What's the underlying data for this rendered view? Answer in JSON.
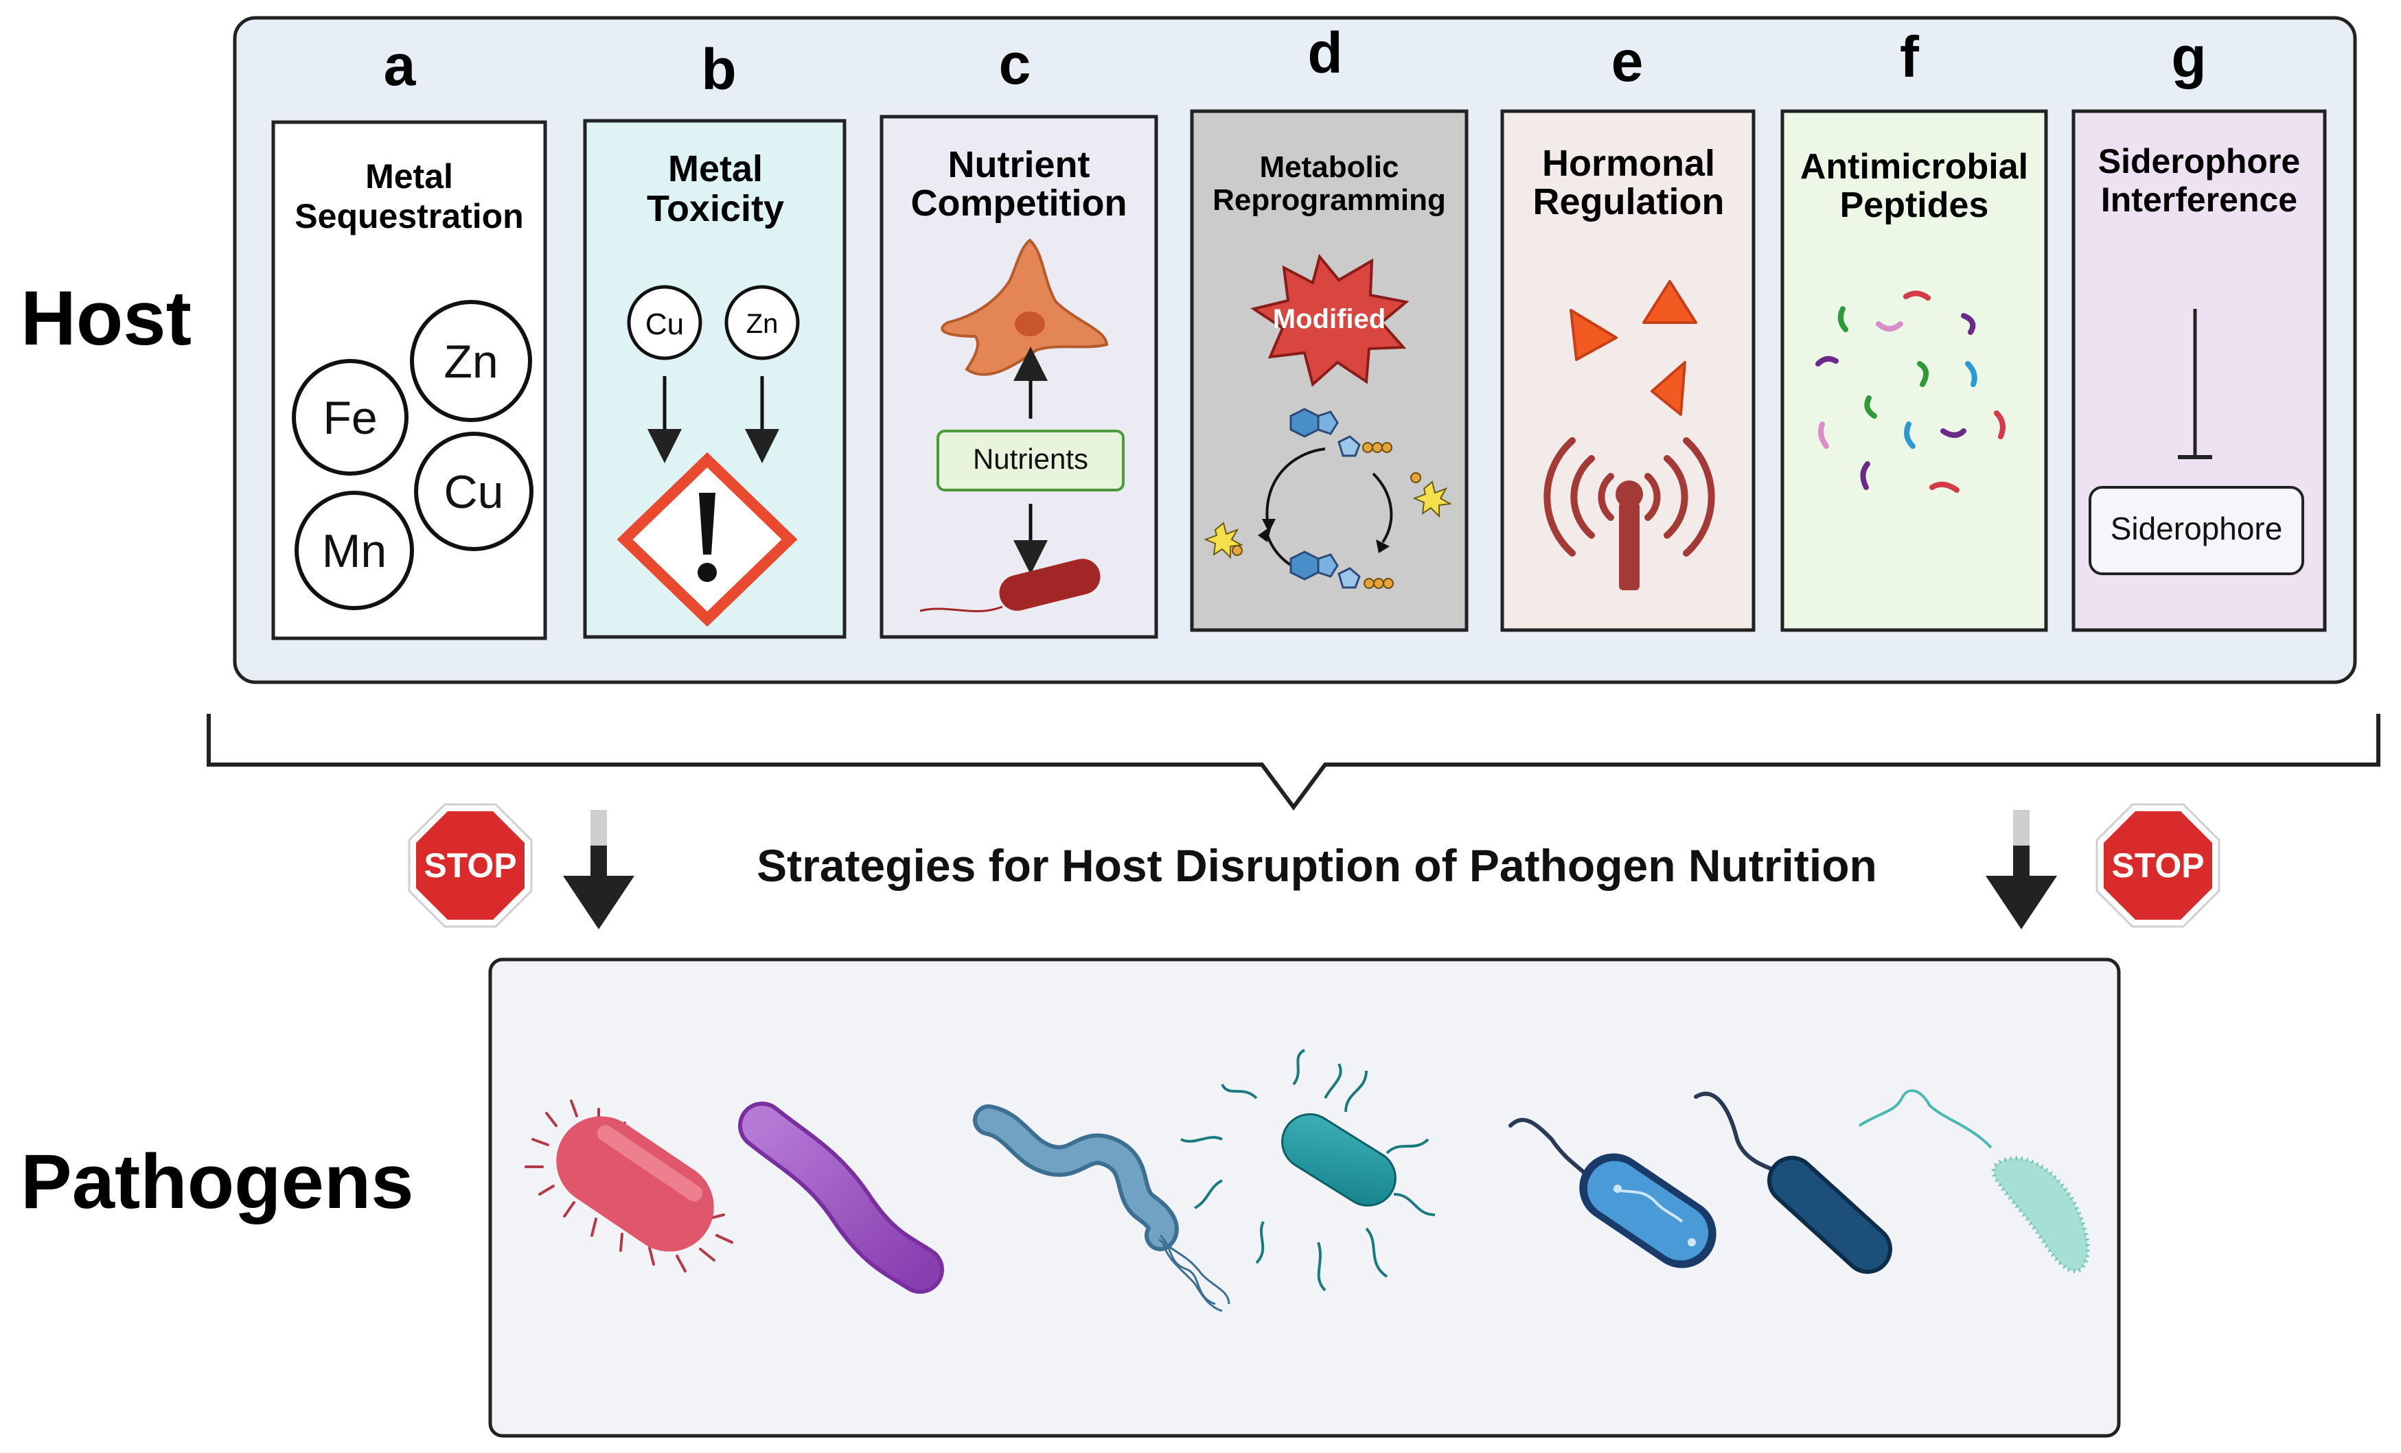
{
  "labels": {
    "host": "Host",
    "pathogens": "Pathogens",
    "strategies": "Strategies for Host Disruption of Pathogen Nutrition",
    "stop": "STOP"
  },
  "panels": [
    {
      "letter": "a",
      "title": [
        "Metal",
        "Sequestration"
      ],
      "bg": "#ffffff",
      "metals": [
        "Fe",
        "Zn",
        "Cu",
        "Mn"
      ]
    },
    {
      "letter": "b",
      "title": [
        "Metal",
        "Toxicity"
      ],
      "bg": "#dff3f5",
      "metals": [
        "Cu",
        "Zn"
      ]
    },
    {
      "letter": "c",
      "title": [
        "Nutrient",
        "Competition"
      ],
      "bg": "#ecebf4",
      "box": "Nutrients"
    },
    {
      "letter": "d",
      "title": [
        "Metabolic",
        "Reprogramming"
      ],
      "bg": "#cbcbcb",
      "badge": "Modified"
    },
    {
      "letter": "e",
      "title": [
        "Hormonal",
        "Regulation"
      ],
      "bg": "#f3ebe9"
    },
    {
      "letter": "f",
      "title": [
        "Antimicrobial",
        "Peptides"
      ],
      "bg": "#ecf7e6"
    },
    {
      "letter": "g",
      "title": [
        "Siderophore",
        "Interference"
      ],
      "bg": "#eee1f1",
      "box": "Siderophore"
    }
  ],
  "colors": {
    "host_bg": "#e8eef6",
    "pathogen_bg": "#f2f3f7",
    "stop_red": "#d92b2b",
    "warning_red": "#e8492f",
    "hormone_orange": "#f25a22",
    "fibroblast": "#e38554",
    "bacterium_dark_red": "#a32626",
    "antenna_red": "#a33a37",
    "nutrient_green": "#e8f5dc"
  },
  "pathogen_icons": [
    "bacillus-pink-icon",
    "rod-purple-icon",
    "spirillum-blue-icon",
    "peritrichous-teal-icon",
    "cell-blue-icon",
    "rod-navy-icon",
    "vibrio-mint-icon"
  ]
}
